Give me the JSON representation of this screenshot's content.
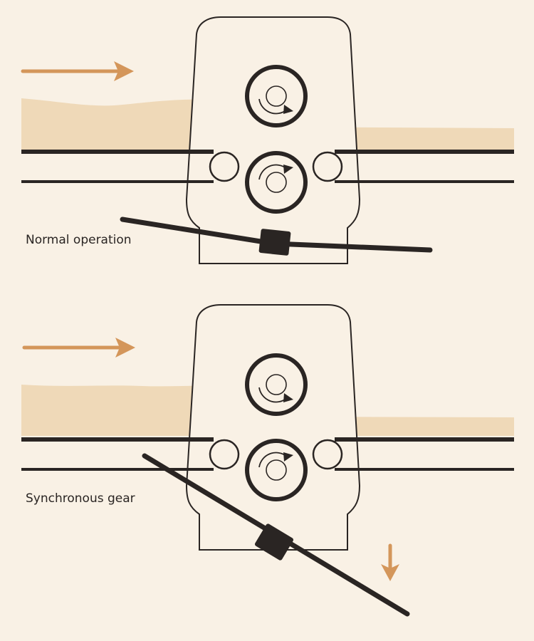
{
  "panels": [
    {
      "id": "normal",
      "caption": "Normal operation"
    },
    {
      "id": "sync",
      "caption": "Synchronous gear"
    }
  ],
  "colors": {
    "background": "#f9f1e5",
    "material": "#efd9b8",
    "ink": "#2a2523",
    "arrow": "#d4965a"
  },
  "icons": {
    "feed_arrow": "right-arrow-icon",
    "down_arrow": "down-arrow-icon",
    "rotation": "rotation-arrow-icon"
  }
}
